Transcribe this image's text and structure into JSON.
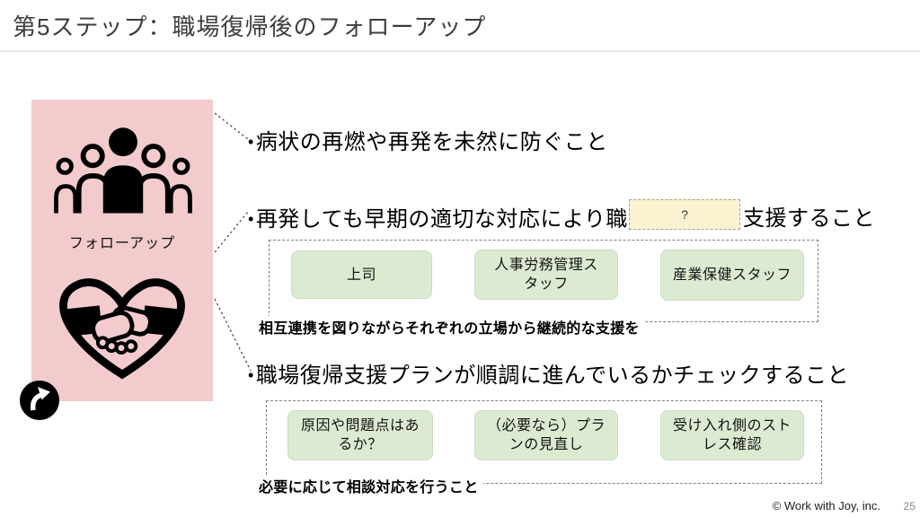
{
  "slide": {
    "title": "第5ステップ：職場復帰後のフォローアップ",
    "page_number": "25",
    "copyright": "© Work with Joy, inc."
  },
  "left_panel": {
    "label": "フォローアップ",
    "icons": [
      "group-people-icon",
      "handshake-heart-icon",
      "curved-arrow-icon"
    ],
    "bg_color": "#f3cbcc"
  },
  "bullets": {
    "marker": "•",
    "bullet1": "病状の再燃や再発を未然に防ぐこと",
    "bullet2_pre": "再発しても早期の適切な対応により職",
    "bullet2_hidden_placeholder": "?",
    "bullet2_post": "支援すること",
    "bullet3": "職場復帰支援プランが順調に進んでいるかチェックすること"
  },
  "support_group": {
    "boxes": [
      {
        "lines": [
          "上司"
        ]
      },
      {
        "lines": [
          "人事労務管理ス",
          "タッフ"
        ]
      },
      {
        "lines": [
          "産業保健スタッフ"
        ]
      }
    ],
    "caption": "相互連携を図りながらそれぞれの立場から継続的な支援を"
  },
  "check_group": {
    "boxes": [
      {
        "lines": [
          "原因や問題点はあ",
          "るか？"
        ]
      },
      {
        "lines": [
          "（必要なら）プラ",
          "ンの見直し"
        ]
      },
      {
        "lines": [
          "受け入れ側のスト",
          "レス確認"
        ]
      }
    ],
    "caption": "必要に応じて相談対応を行うこと"
  },
  "colors": {
    "panel_pink": "#f3cbcc",
    "box_green": "#dcead2",
    "box_green_border": "#c9dec0",
    "hidden_box_yellow": "#fcf2d2",
    "dashed_border_gray": "#7f7f7f",
    "title_gray": "#3d3d3d"
  }
}
